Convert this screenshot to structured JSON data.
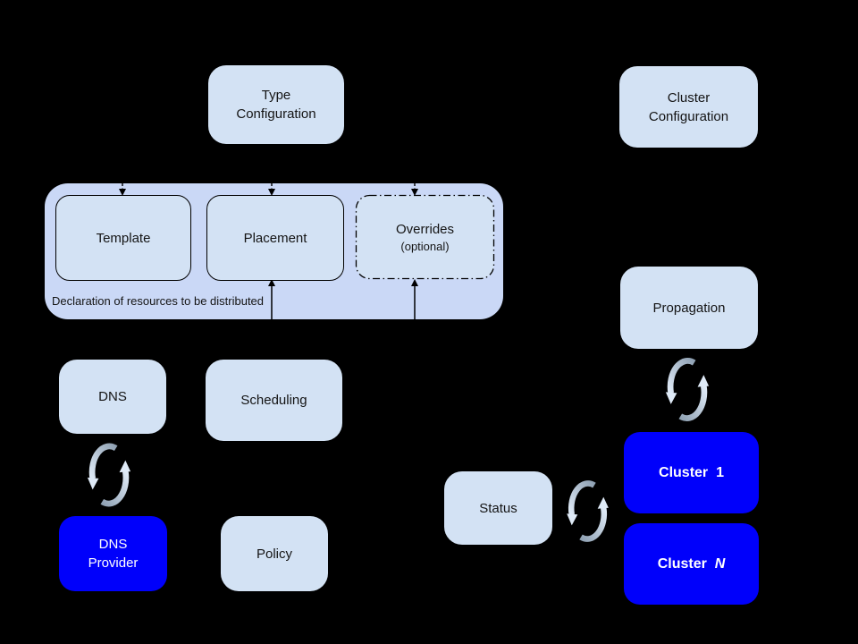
{
  "colors": {
    "background": "#000000",
    "container_fill": "#cad8f6",
    "box_fill": "#d3e2f4",
    "cluster_fill": "#0000fb",
    "cluster_text": "#ffffff",
    "text": "#141414",
    "sync_light": "#dfeaf7",
    "sync_dark": "#8fa1b3"
  },
  "nodes": {
    "type_configuration": {
      "line1": "Type",
      "line2": "Configuration"
    },
    "cluster_configuration": {
      "line1": "Cluster",
      "line2": "Configuration"
    },
    "resource_declaration": {
      "caption": "Declaration of resources to be distributed"
    },
    "template": {
      "label": "Template"
    },
    "placement": {
      "label": "Placement"
    },
    "overrides": {
      "label": "Overrides",
      "sublabel": "(optional)"
    },
    "dns": {
      "label": "DNS"
    },
    "scheduling": {
      "label": "Scheduling"
    },
    "dns_provider": {
      "line1": "DNS",
      "line2": "Provider"
    },
    "policy": {
      "label": "Policy"
    },
    "propagation": {
      "label": "Propagation"
    },
    "status": {
      "label": "Status"
    },
    "cluster_1": {
      "prefix": "Cluster",
      "suffix": "1"
    },
    "cluster_n": {
      "prefix": "Cluster",
      "suffix": "N"
    }
  },
  "icons": {
    "sync_dns": "sync-cycle-arrows",
    "sync_propagation": "sync-cycle-arrows",
    "sync_status": "sync-cycle-arrows"
  }
}
